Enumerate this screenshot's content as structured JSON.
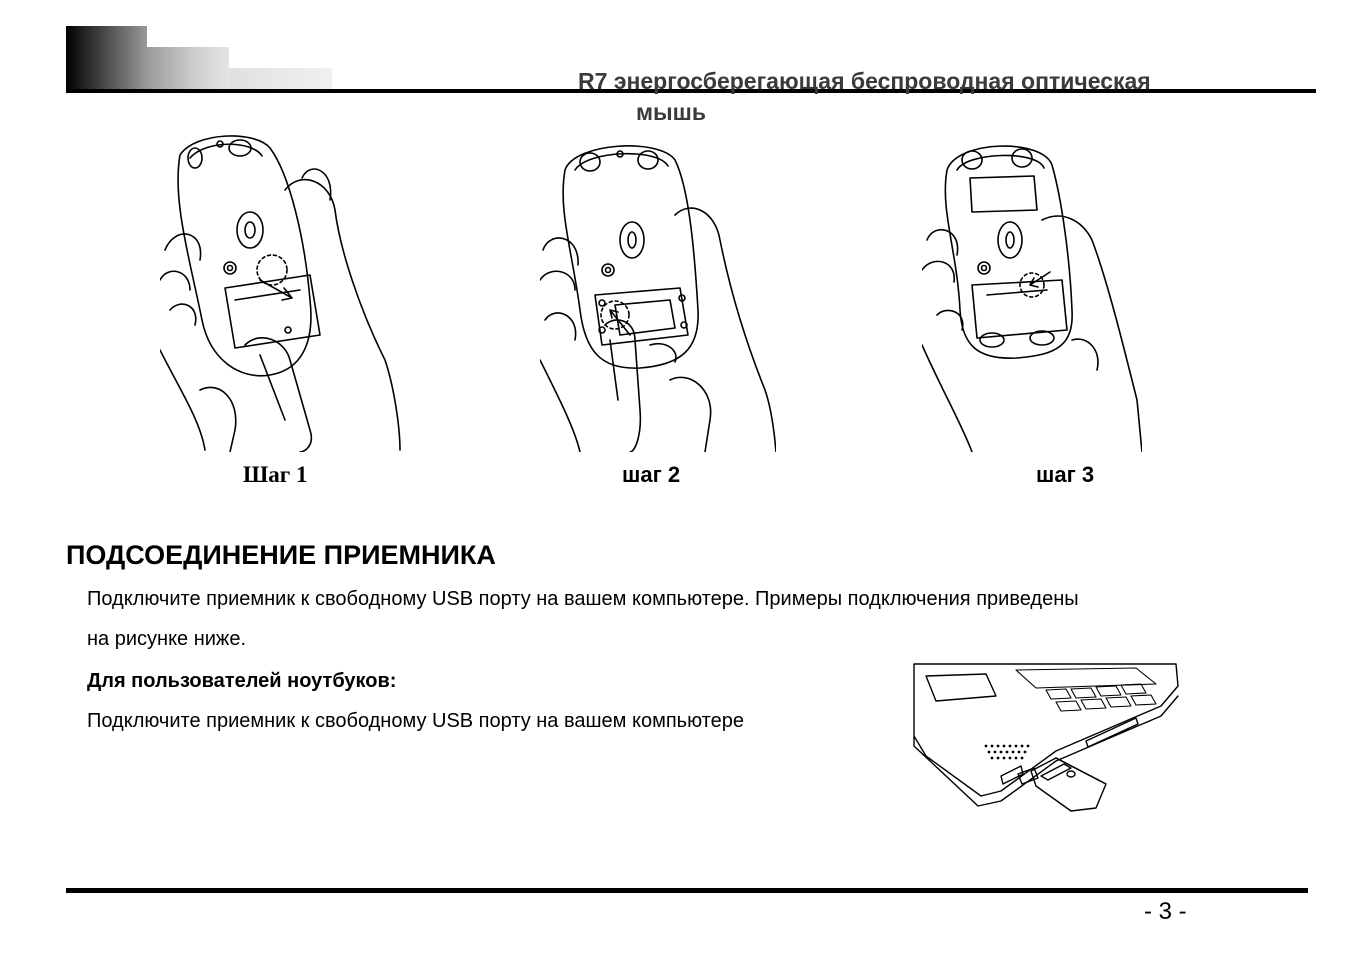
{
  "header": {
    "title_line1": "R7 энергосберегающая беспроводная оптическая",
    "title_line2": "мышь"
  },
  "figures": {
    "step1_label": "Шаг 1",
    "step2_label": "шаг 2",
    "step3_label": "шаг 3"
  },
  "section": {
    "title": "ПОДСОЕДИНЕНИЕ ПРИЕМНИКА",
    "intro_line1": "Подключите приемник к свободному USB порту на вашем компьютере. Примеры подключения приведены",
    "intro_line2": "на рисунке ниже.",
    "laptop_heading": "Для пользователей ноутбуков:",
    "laptop_text": "Подключите приемник к свободному USB порту на вашем компьютере"
  },
  "footer": {
    "page_number": "- 3 -"
  },
  "icons": {
    "figure1": "mouse-open-battery-cover-illustration",
    "figure2": "mouse-press-battery-illustration",
    "figure3": "mouse-close-battery-cover-illustration",
    "figure4": "laptop-usb-receiver-illustration"
  }
}
